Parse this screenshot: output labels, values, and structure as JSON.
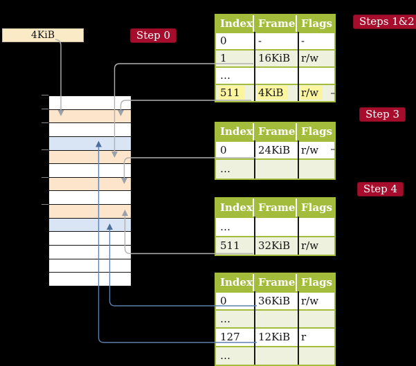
{
  "colors": {
    "green": "#a3bc3c",
    "palegreen": "#edf1dd",
    "peach": "#fce5cb",
    "bluerow": "#d9e5f5",
    "wheat": "#fbeac6",
    "yellow": "#fcf5a0",
    "badge": "#a60d2d",
    "badge-border": "#7a0c20",
    "gray-line": "#b1b1b1",
    "gray-head": "#9aa1a8",
    "blue-line": "#5d80af",
    "blue-head": "#4b6f9f"
  },
  "legend_box": {
    "label": "4KiB"
  },
  "badges": [
    {
      "label": "Step 0"
    },
    {
      "label": "Steps 1&2"
    },
    {
      "label": "Step 3"
    },
    {
      "label": "Step 4"
    }
  ],
  "memory": {
    "rows": [
      "white",
      "peach",
      "white",
      "blue",
      "peach",
      "white",
      "peach",
      "white",
      "peach",
      "blue",
      "white",
      "white",
      "white",
      "white"
    ]
  },
  "tables": [
    {
      "headers": [
        "Index",
        "Frame",
        "Flags"
      ],
      "rows": [
        {
          "cells": [
            "0",
            "-",
            "-"
          ]
        },
        {
          "cells": [
            "1",
            "16KiB",
            "r/w"
          ]
        },
        {
          "cells": [
            "…",
            "",
            ""
          ]
        },
        {
          "cells": [
            "511",
            "4KiB",
            "r/w"
          ]
        }
      ]
    },
    {
      "headers": [
        "Index",
        "Frame",
        "Flags"
      ],
      "rows": [
        {
          "cells": [
            "0",
            "24KiB",
            "r/w"
          ]
        },
        {
          "cells": [
            "…",
            "",
            ""
          ]
        }
      ]
    },
    {
      "headers": [
        "Index",
        "Frame",
        "Flags"
      ],
      "rows": [
        {
          "cells": [
            "…",
            "",
            ""
          ]
        },
        {
          "cells": [
            "511",
            "32KiB",
            "r/w"
          ]
        }
      ]
    },
    {
      "headers": [
        "Index",
        "Frame",
        "Flags"
      ],
      "rows": [
        {
          "cells": [
            "0",
            "36KiB",
            "r/w"
          ]
        },
        {
          "cells": [
            "…",
            "",
            ""
          ]
        },
        {
          "cells": [
            "127",
            "12KiB",
            "r"
          ]
        },
        {
          "cells": [
            "…",
            "",
            ""
          ]
        }
      ]
    }
  ]
}
